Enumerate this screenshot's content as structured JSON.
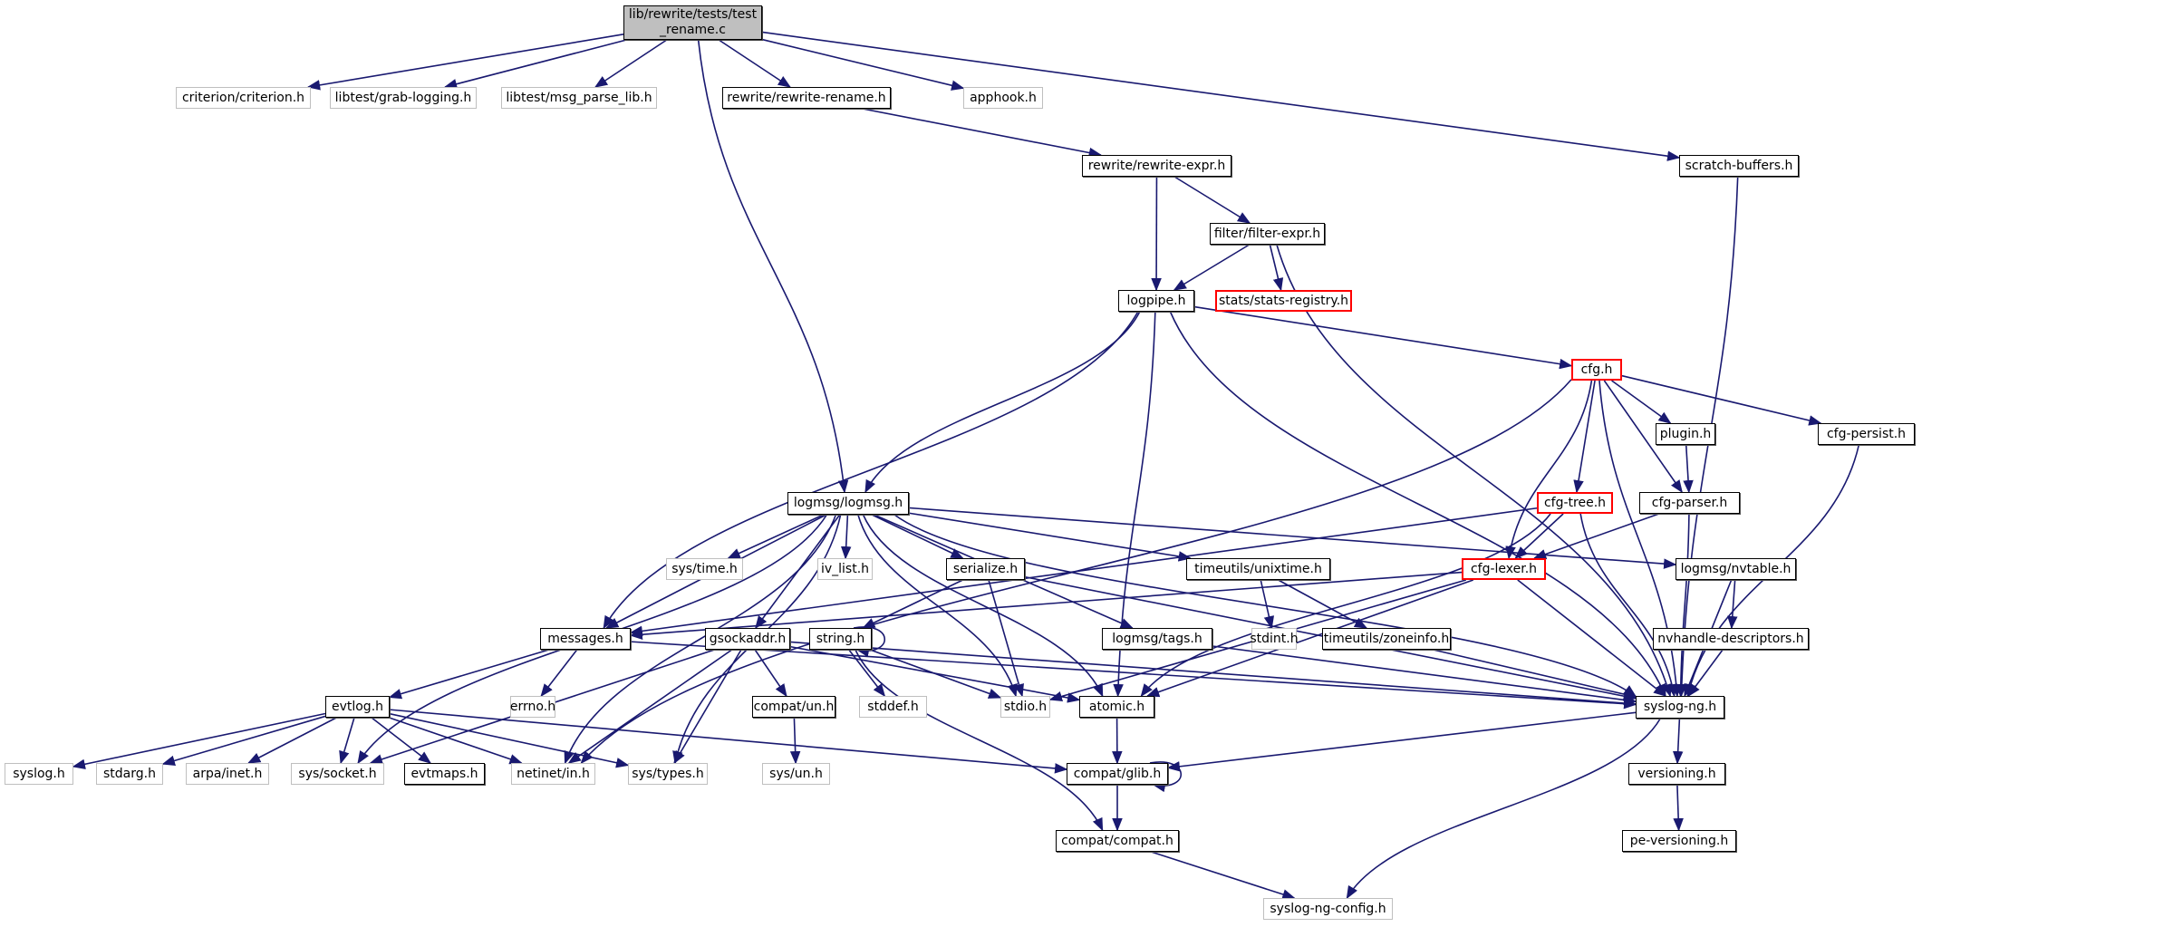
{
  "diagram": {
    "title": "lib/rewrite/tests/test_rename.c include dependency graph",
    "edge_color": "#191970",
    "colors": {
      "root_fill": "#bfbfbf",
      "documented_border": "#000000",
      "external_border": "#bfbfbf",
      "truncated_border": "#ff0000"
    },
    "nodes": [
      {
        "id": "root",
        "label": "lib/rewrite/tests/test\n_rename.c",
        "kind": "root"
      },
      {
        "id": "criterion",
        "label": "criterion/criterion.h",
        "kind": "ext"
      },
      {
        "id": "grablogging",
        "label": "libtest/grab-logging.h",
        "kind": "ext"
      },
      {
        "id": "msgparselib",
        "label": "libtest/msg_parse_lib.h",
        "kind": "ext"
      },
      {
        "id": "rewriterename",
        "label": "rewrite/rewrite-rename.h",
        "kind": "doc"
      },
      {
        "id": "apphook",
        "label": "apphook.h",
        "kind": "ext"
      },
      {
        "id": "rewriteexpr",
        "label": "rewrite/rewrite-expr.h",
        "kind": "doc"
      },
      {
        "id": "scratchbuffers",
        "label": "scratch-buffers.h",
        "kind": "doc"
      },
      {
        "id": "filterexpr",
        "label": "filter/filter-expr.h",
        "kind": "doc"
      },
      {
        "id": "logpipe",
        "label": "logpipe.h",
        "kind": "doc"
      },
      {
        "id": "statsregistry",
        "label": "stats/stats-registry.h",
        "kind": "red"
      },
      {
        "id": "cfg",
        "label": "cfg.h",
        "kind": "red"
      },
      {
        "id": "plugin",
        "label": "plugin.h",
        "kind": "doc"
      },
      {
        "id": "cfgpersist",
        "label": "cfg-persist.h",
        "kind": "doc"
      },
      {
        "id": "cfgtree",
        "label": "cfg-tree.h",
        "kind": "red"
      },
      {
        "id": "cfgparser",
        "label": "cfg-parser.h",
        "kind": "doc"
      },
      {
        "id": "logmsg",
        "label": "logmsg/logmsg.h",
        "kind": "doc"
      },
      {
        "id": "systime",
        "label": "sys/time.h",
        "kind": "ext"
      },
      {
        "id": "ivlist",
        "label": "iv_list.h",
        "kind": "ext"
      },
      {
        "id": "serialize",
        "label": "serialize.h",
        "kind": "doc"
      },
      {
        "id": "unixtime",
        "label": "timeutils/unixtime.h",
        "kind": "doc"
      },
      {
        "id": "cfglexer",
        "label": "cfg-lexer.h",
        "kind": "red"
      },
      {
        "id": "nvtable",
        "label": "logmsg/nvtable.h",
        "kind": "doc"
      },
      {
        "id": "messages",
        "label": "messages.h",
        "kind": "doc"
      },
      {
        "id": "gsockaddr",
        "label": "gsockaddr.h",
        "kind": "doc"
      },
      {
        "id": "string",
        "label": "string.h",
        "kind": "doc"
      },
      {
        "id": "tags",
        "label": "logmsg/tags.h",
        "kind": "doc"
      },
      {
        "id": "stdint",
        "label": "stdint.h",
        "kind": "ext"
      },
      {
        "id": "zoneinfo",
        "label": "timeutils/zoneinfo.h",
        "kind": "doc"
      },
      {
        "id": "nvhandle",
        "label": "nvhandle-descriptors.h",
        "kind": "doc"
      },
      {
        "id": "evtlog",
        "label": "evtlog.h",
        "kind": "doc"
      },
      {
        "id": "errno",
        "label": "errno.h",
        "kind": "ext"
      },
      {
        "id": "compatun",
        "label": "compat/un.h",
        "kind": "doc"
      },
      {
        "id": "stddef",
        "label": "stddef.h",
        "kind": "ext"
      },
      {
        "id": "stdio",
        "label": "stdio.h",
        "kind": "ext"
      },
      {
        "id": "atomic",
        "label": "atomic.h",
        "kind": "doc"
      },
      {
        "id": "syslogng",
        "label": "syslog-ng.h",
        "kind": "doc"
      },
      {
        "id": "syslog",
        "label": "syslog.h",
        "kind": "ext"
      },
      {
        "id": "stdarg",
        "label": "stdarg.h",
        "kind": "ext"
      },
      {
        "id": "arpainet",
        "label": "arpa/inet.h",
        "kind": "ext"
      },
      {
        "id": "syssocket",
        "label": "sys/socket.h",
        "kind": "ext"
      },
      {
        "id": "evtmaps",
        "label": "evtmaps.h",
        "kind": "doc"
      },
      {
        "id": "netinetin",
        "label": "netinet/in.h",
        "kind": "ext"
      },
      {
        "id": "systypes",
        "label": "sys/types.h",
        "kind": "ext"
      },
      {
        "id": "sysun",
        "label": "sys/un.h",
        "kind": "ext"
      },
      {
        "id": "compatglib",
        "label": "compat/glib.h",
        "kind": "doc"
      },
      {
        "id": "versioning",
        "label": "versioning.h",
        "kind": "doc"
      },
      {
        "id": "compatcompat",
        "label": "compat/compat.h",
        "kind": "doc"
      },
      {
        "id": "peversioning",
        "label": "pe-versioning.h",
        "kind": "doc"
      },
      {
        "id": "syslogngconfig",
        "label": "syslog-ng-config.h",
        "kind": "ext"
      }
    ],
    "edges": [
      [
        "root",
        "criterion"
      ],
      [
        "root",
        "grablogging"
      ],
      [
        "root",
        "msgparselib"
      ],
      [
        "root",
        "rewriterename"
      ],
      [
        "root",
        "apphook"
      ],
      [
        "root",
        "scratchbuffers"
      ],
      [
        "root",
        "logmsg"
      ],
      [
        "rewriterename",
        "rewriteexpr"
      ],
      [
        "rewriteexpr",
        "logpipe"
      ],
      [
        "rewriteexpr",
        "filterexpr"
      ],
      [
        "scratchbuffers",
        "syslogng"
      ],
      [
        "filterexpr",
        "logpipe"
      ],
      [
        "filterexpr",
        "statsregistry"
      ],
      [
        "filterexpr",
        "syslogng"
      ],
      [
        "logpipe",
        "logmsg"
      ],
      [
        "logpipe",
        "messages"
      ],
      [
        "logpipe",
        "atomic"
      ],
      [
        "logpipe",
        "cfg"
      ],
      [
        "logpipe",
        "syslogng"
      ],
      [
        "cfg",
        "plugin"
      ],
      [
        "cfg",
        "cfgpersist"
      ],
      [
        "cfg",
        "cfgtree"
      ],
      [
        "cfg",
        "cfgparser"
      ],
      [
        "cfg",
        "cfglexer"
      ],
      [
        "cfg",
        "syslogng"
      ],
      [
        "cfg",
        "netinetin"
      ],
      [
        "plugin",
        "cfgparser"
      ],
      [
        "cfgpersist",
        "syslogng"
      ],
      [
        "cfgtree",
        "cfglexer"
      ],
      [
        "cfgtree",
        "messages"
      ],
      [
        "cfgtree",
        "atomic"
      ],
      [
        "cfgtree",
        "syslogng"
      ],
      [
        "cfgparser",
        "cfglexer"
      ],
      [
        "cfgparser",
        "syslogng"
      ],
      [
        "logmsg",
        "systime"
      ],
      [
        "logmsg",
        "ivlist"
      ],
      [
        "logmsg",
        "serialize"
      ],
      [
        "logmsg",
        "unixtime"
      ],
      [
        "logmsg",
        "nvtable"
      ],
      [
        "logmsg",
        "messages"
      ],
      [
        "logmsg",
        "gsockaddr"
      ],
      [
        "logmsg",
        "tags"
      ],
      [
        "logmsg",
        "atomic"
      ],
      [
        "logmsg",
        "syslogng"
      ],
      [
        "logmsg",
        "syssocket"
      ],
      [
        "logmsg",
        "netinetin"
      ],
      [
        "logmsg",
        "systypes"
      ],
      [
        "logmsg",
        "stdio"
      ],
      [
        "serialize",
        "string"
      ],
      [
        "serialize",
        "stdio"
      ],
      [
        "serialize",
        "syslogng"
      ],
      [
        "unixtime",
        "stdint"
      ],
      [
        "unixtime",
        "zoneinfo"
      ],
      [
        "cfglexer",
        "messages"
      ],
      [
        "cfglexer",
        "atomic"
      ],
      [
        "cfglexer",
        "syslogng"
      ],
      [
        "cfglexer",
        "stdio"
      ],
      [
        "nvtable",
        "nvhandle"
      ],
      [
        "nvtable",
        "syslogng"
      ],
      [
        "messages",
        "evtlog"
      ],
      [
        "messages",
        "errno"
      ],
      [
        "messages",
        "syslogng"
      ],
      [
        "gsockaddr",
        "compatun"
      ],
      [
        "gsockaddr",
        "syssocket"
      ],
      [
        "gsockaddr",
        "netinetin"
      ],
      [
        "gsockaddr",
        "systypes"
      ],
      [
        "gsockaddr",
        "syslogng"
      ],
      [
        "gsockaddr",
        "atomic"
      ],
      [
        "string",
        "string"
      ],
      [
        "string",
        "stddef"
      ],
      [
        "string",
        "stdio"
      ],
      [
        "string",
        "compatcompat"
      ],
      [
        "tags",
        "syslogng"
      ],
      [
        "zoneinfo",
        "syslogng"
      ],
      [
        "nvhandle",
        "syslogng"
      ],
      [
        "evtlog",
        "syslog"
      ],
      [
        "evtlog",
        "stdarg"
      ],
      [
        "evtlog",
        "arpainet"
      ],
      [
        "evtlog",
        "syssocket"
      ],
      [
        "evtlog",
        "evtmaps"
      ],
      [
        "evtlog",
        "netinetin"
      ],
      [
        "evtlog",
        "systypes"
      ],
      [
        "evtlog",
        "compatglib"
      ],
      [
        "compatun",
        "sysun"
      ],
      [
        "atomic",
        "compatglib"
      ],
      [
        "syslogng",
        "compatglib"
      ],
      [
        "syslogng",
        "versioning"
      ],
      [
        "syslogng",
        "syslogngconfig"
      ],
      [
        "compatglib",
        "compatglib"
      ],
      [
        "compatglib",
        "compatcompat"
      ],
      [
        "versioning",
        "peversioning"
      ],
      [
        "compatcompat",
        "syslogngconfig"
      ]
    ]
  }
}
